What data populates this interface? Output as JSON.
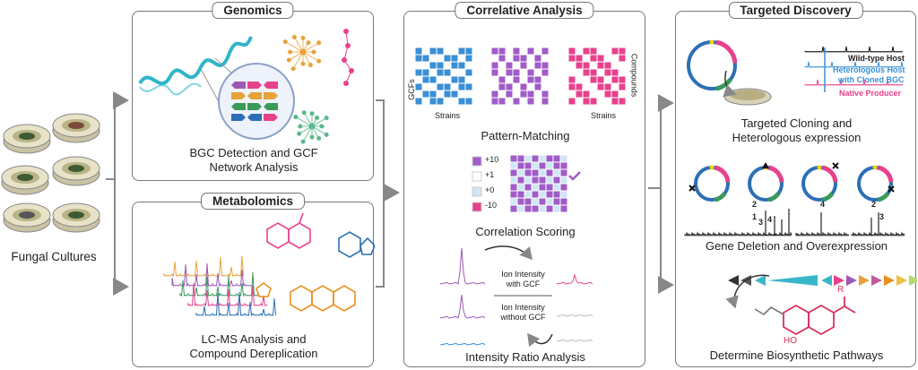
{
  "source": {
    "label": "Fungal Cultures"
  },
  "genomics": {
    "title": "Genomics",
    "caption_line1": "BGC Detection and GCF",
    "caption_line2": "Network Analysis"
  },
  "metabolomics": {
    "title": "Metabolomics",
    "caption_line1": "LC-MS Analysis and",
    "caption_line2": "Compound Dereplication"
  },
  "correlative": {
    "title": "Correlative Analysis",
    "gcfs_label": "GCFs",
    "compounds_label": "Compounds",
    "strains_label_1": "Strains",
    "strains_label_2": "Strains",
    "pattern_caption": "Pattern-Matching",
    "legend": [
      "+10",
      "+1",
      "+0",
      "-10"
    ],
    "scoring_caption": "Correlation Scoring",
    "ion_with_line1": "Ion Intensity",
    "ion_with_line2": "with GCF",
    "ion_without_line1": "Ion Intensity",
    "ion_without_line2": "without GCF",
    "ratio_caption": "Intensity Ratio Analysis"
  },
  "targeted": {
    "title": "Targeted Discovery",
    "wild_type": "Wild-type Host",
    "heterologous_line1": "Heterologous Host",
    "heterologous_line2": "with Cloned BGC",
    "native_producer": "Native Producer",
    "cloning_line1": "Targeted Cloning and",
    "cloning_line2": "Heterologous expression",
    "peak_labels": [
      "2",
      "1",
      "3",
      "4",
      "4",
      "2",
      "3"
    ],
    "deletion_caption": "Gene Deletion and Overexpression",
    "substituent_r": "R",
    "substituent_ho": "HO",
    "pathway_caption": "Determine Biosynthetic Pathways"
  },
  "colors": {
    "blue": "#3a8fd6",
    "purple": "#a05cc8",
    "pink": "#e8418c",
    "green": "#3a9a5a",
    "orange": "#e8a23a",
    "teal": "#39b7c8"
  }
}
